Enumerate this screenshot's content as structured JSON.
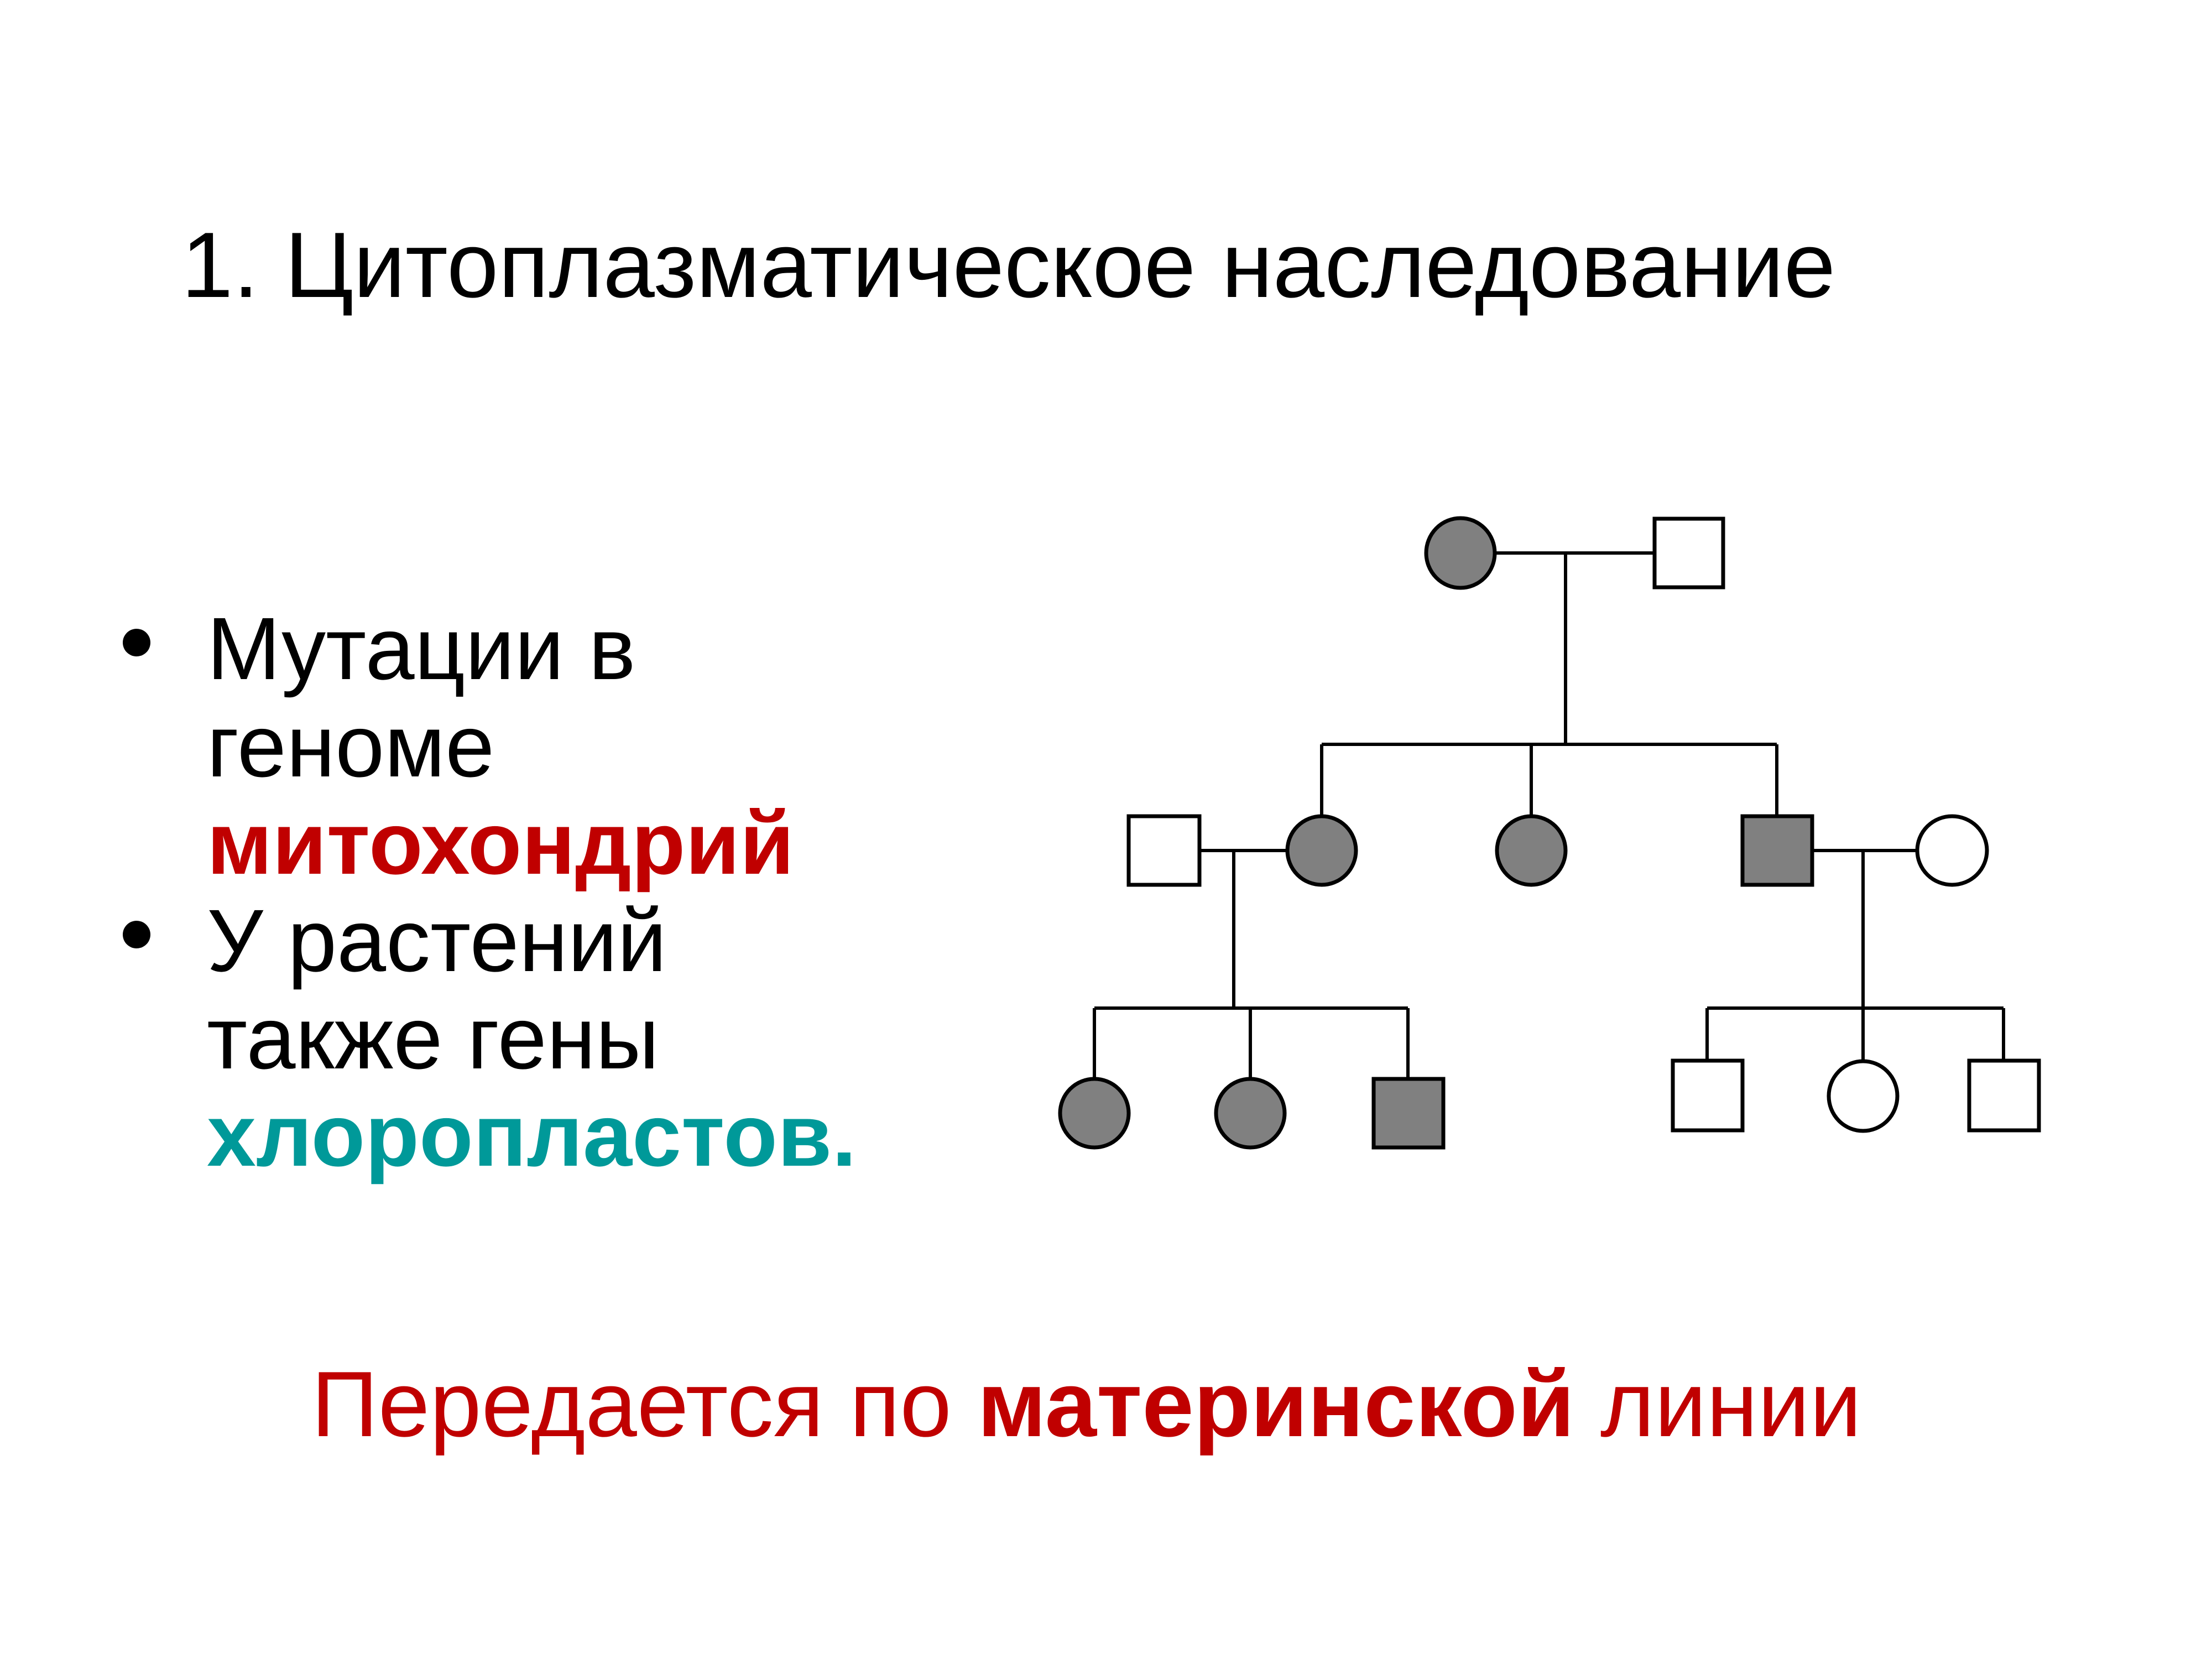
{
  "slide": {
    "title": "1. Цитоплазматическое наследование",
    "bullets": [
      {
        "lines": [
          "Мутации в",
          "геноме"
        ],
        "highlight": "митохондрий",
        "highlight_color": "#C00000"
      },
      {
        "lines": [
          "У растений",
          "также гены"
        ],
        "highlight": "хлоропластов.",
        "highlight_color": "#009999"
      }
    ],
    "footer": {
      "before": "Передается по",
      "bold": "материнской",
      "after": "линии",
      "color": "#C00000"
    }
  },
  "pedigree": {
    "affected_fill": "#808080",
    "unaffected_fill": "#FFFFFF",
    "generations": [
      {
        "gen": 1,
        "individuals": [
          {
            "sex": "female",
            "affected": true
          },
          {
            "sex": "male",
            "affected": false
          }
        ]
      },
      {
        "gen": 2,
        "individuals": [
          {
            "sex": "male",
            "affected": false,
            "role": "spouse"
          },
          {
            "sex": "female",
            "affected": true
          },
          {
            "sex": "female",
            "affected": true
          },
          {
            "sex": "male",
            "affected": true
          },
          {
            "sex": "female",
            "affected": false,
            "role": "spouse"
          }
        ]
      },
      {
        "gen": 3,
        "individuals": [
          {
            "sex": "female",
            "affected": true
          },
          {
            "sex": "female",
            "affected": true
          },
          {
            "sex": "male",
            "affected": true
          },
          {
            "sex": "male",
            "affected": false
          },
          {
            "sex": "female",
            "affected": false
          },
          {
            "sex": "male",
            "affected": false
          }
        ]
      }
    ]
  }
}
